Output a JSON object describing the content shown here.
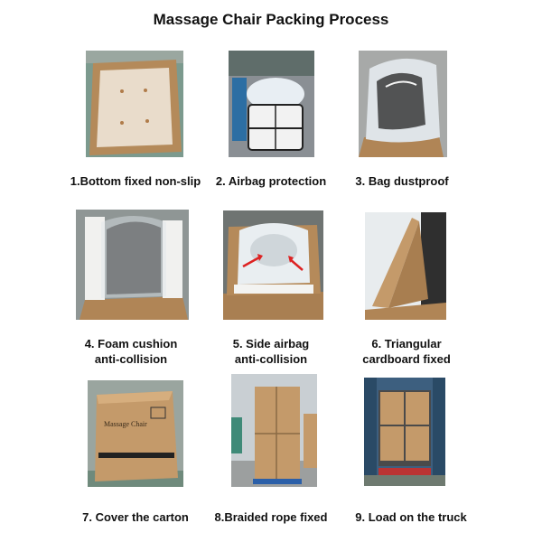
{
  "page": {
    "title": "Massage Chair Packing Process"
  },
  "steps": [
    {
      "label": "1.Bottom fixed non-slip",
      "photo": "carton-tray-photo"
    },
    {
      "label": "2. Airbag protection",
      "photo": "airbag-wrap-photo"
    },
    {
      "label": "3. Bag dustproof",
      "photo": "plastic-bag-photo"
    },
    {
      "label": "4. Foam cushion anti-collision",
      "line1": "4. Foam cushion",
      "line2": "anti-collision",
      "photo": "foam-cushion-photo"
    },
    {
      "label": "5. Side airbag anti-collision",
      "line1": "5. Side airbag",
      "line2": "anti-collision",
      "photo": "side-airbag-photo"
    },
    {
      "label": "6. Triangular cardboard fixed",
      "line1": "6. Triangular",
      "line2": "cardboard fixed",
      "photo": "triangular-cardboard-photo"
    },
    {
      "label": "7. Cover the carton",
      "photo": "covered-carton-photo"
    },
    {
      "label": "8.Braided rope fixed",
      "photo": "rope-fixed-photo"
    },
    {
      "label": "9. Load on the truck",
      "photo": "truck-loading-photo"
    }
  ],
  "carton_print": {
    "text": "Massage Chair"
  }
}
